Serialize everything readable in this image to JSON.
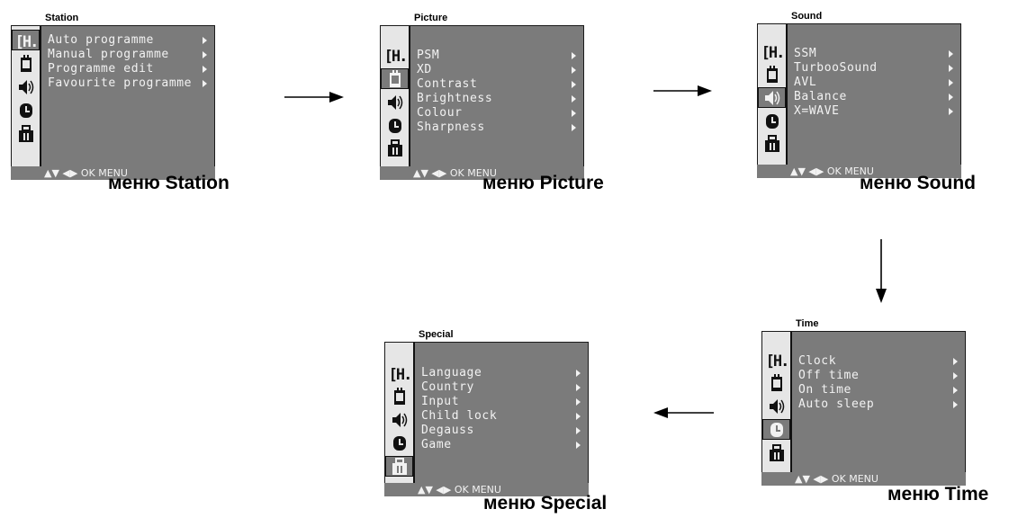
{
  "nav_hint": "▲▼ ◀▶ OK MENU",
  "menus": {
    "station": {
      "title": "Station",
      "caption": "меню Station",
      "selected_icon": "ch-icon",
      "items": [
        "Auto programme",
        "Manual programme",
        "Programme edit",
        "Favourite programme"
      ]
    },
    "picture": {
      "title": "Picture",
      "caption": "меню Picture",
      "selected_icon": "picture-icon",
      "items": [
        "PSM",
        "XD",
        "Contrast",
        "Brightness",
        "Colour",
        "Sharpness"
      ]
    },
    "sound": {
      "title": "Sound",
      "caption": "меню Sound",
      "selected_icon": "speaker-icon",
      "items": [
        "SSM",
        "TurbooSound",
        "AVL",
        "Balance",
        "X=WAVE"
      ]
    },
    "time": {
      "title": "Time",
      "caption": "меню Time",
      "selected_icon": "clock-icon",
      "items": [
        "Clock",
        "Off time",
        "On time",
        "Auto sleep"
      ]
    },
    "special": {
      "title": "Special",
      "caption": "меню Special",
      "selected_icon": "special-icon",
      "items": [
        "Language",
        "Country",
        "Input",
        "Child lock",
        "Degauss",
        "Game"
      ]
    }
  },
  "colors": {
    "panel": "#7b7b7b",
    "icon_column": "#e6e6e6",
    "text": "#f2f2f2"
  }
}
